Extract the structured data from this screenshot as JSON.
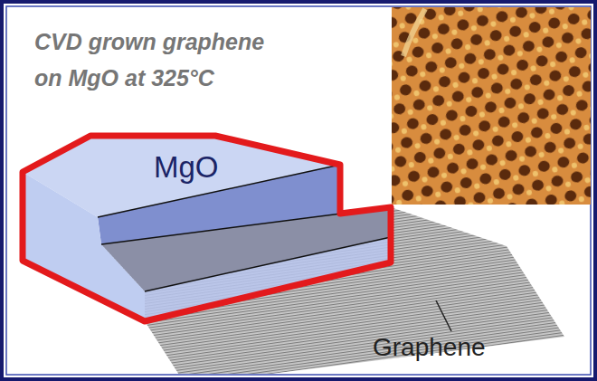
{
  "diagram": {
    "title": "CVD grown graphene on MgO at 325°C",
    "nodes": [
      {
        "text": [
          "MgO"
        ]
      }
    ],
    "labels": [
      "Graphene"
    ]
  }
}
